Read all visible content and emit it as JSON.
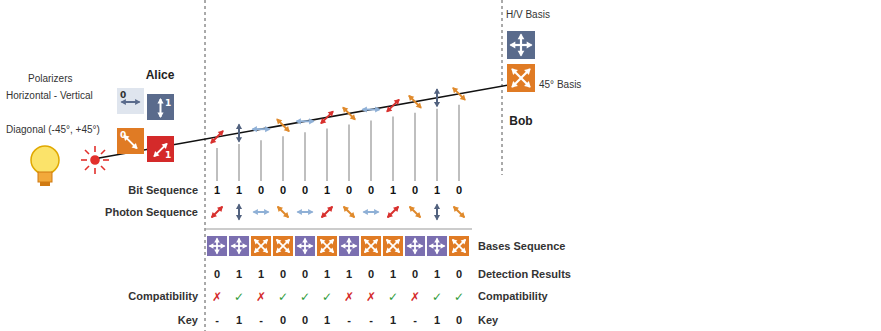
{
  "diagram": {
    "nodes": [
      {
        "text": [
          "0"
        ]
      },
      {
        "text": [
          "1"
        ]
      },
      {
        "text": [
          "0"
        ]
      },
      {
        "text": [
          "1"
        ]
      }
    ],
    "labels": [
      "Alice",
      "Polarizers",
      "Horizontal - Vertical",
      "Diagonal (-45°, +45°)",
      "H/V Basis",
      "45° Basis",
      "Bob",
      "Bit Sequence",
      "Photon Sequence",
      "Bases Sequence",
      "Detection Results",
      "Compatibility",
      "Compatibility",
      "Key",
      "Key",
      "1",
      "1",
      "0",
      "0",
      "0",
      "1",
      "0",
      "0",
      "1",
      "0",
      "1",
      "0",
      "0",
      "1",
      "1",
      "0",
      "0",
      "1",
      "1",
      "0",
      "1",
      "0",
      "1",
      "0",
      "✗",
      "✓",
      "✗",
      "✓",
      "✓",
      "✓",
      "✗",
      "✗",
      "✓",
      "✗",
      "✓",
      "✓",
      "-",
      "1",
      "-",
      "0",
      "0",
      "1",
      "-",
      "-",
      "1",
      "-",
      "1",
      "0"
    ]
  }
}
